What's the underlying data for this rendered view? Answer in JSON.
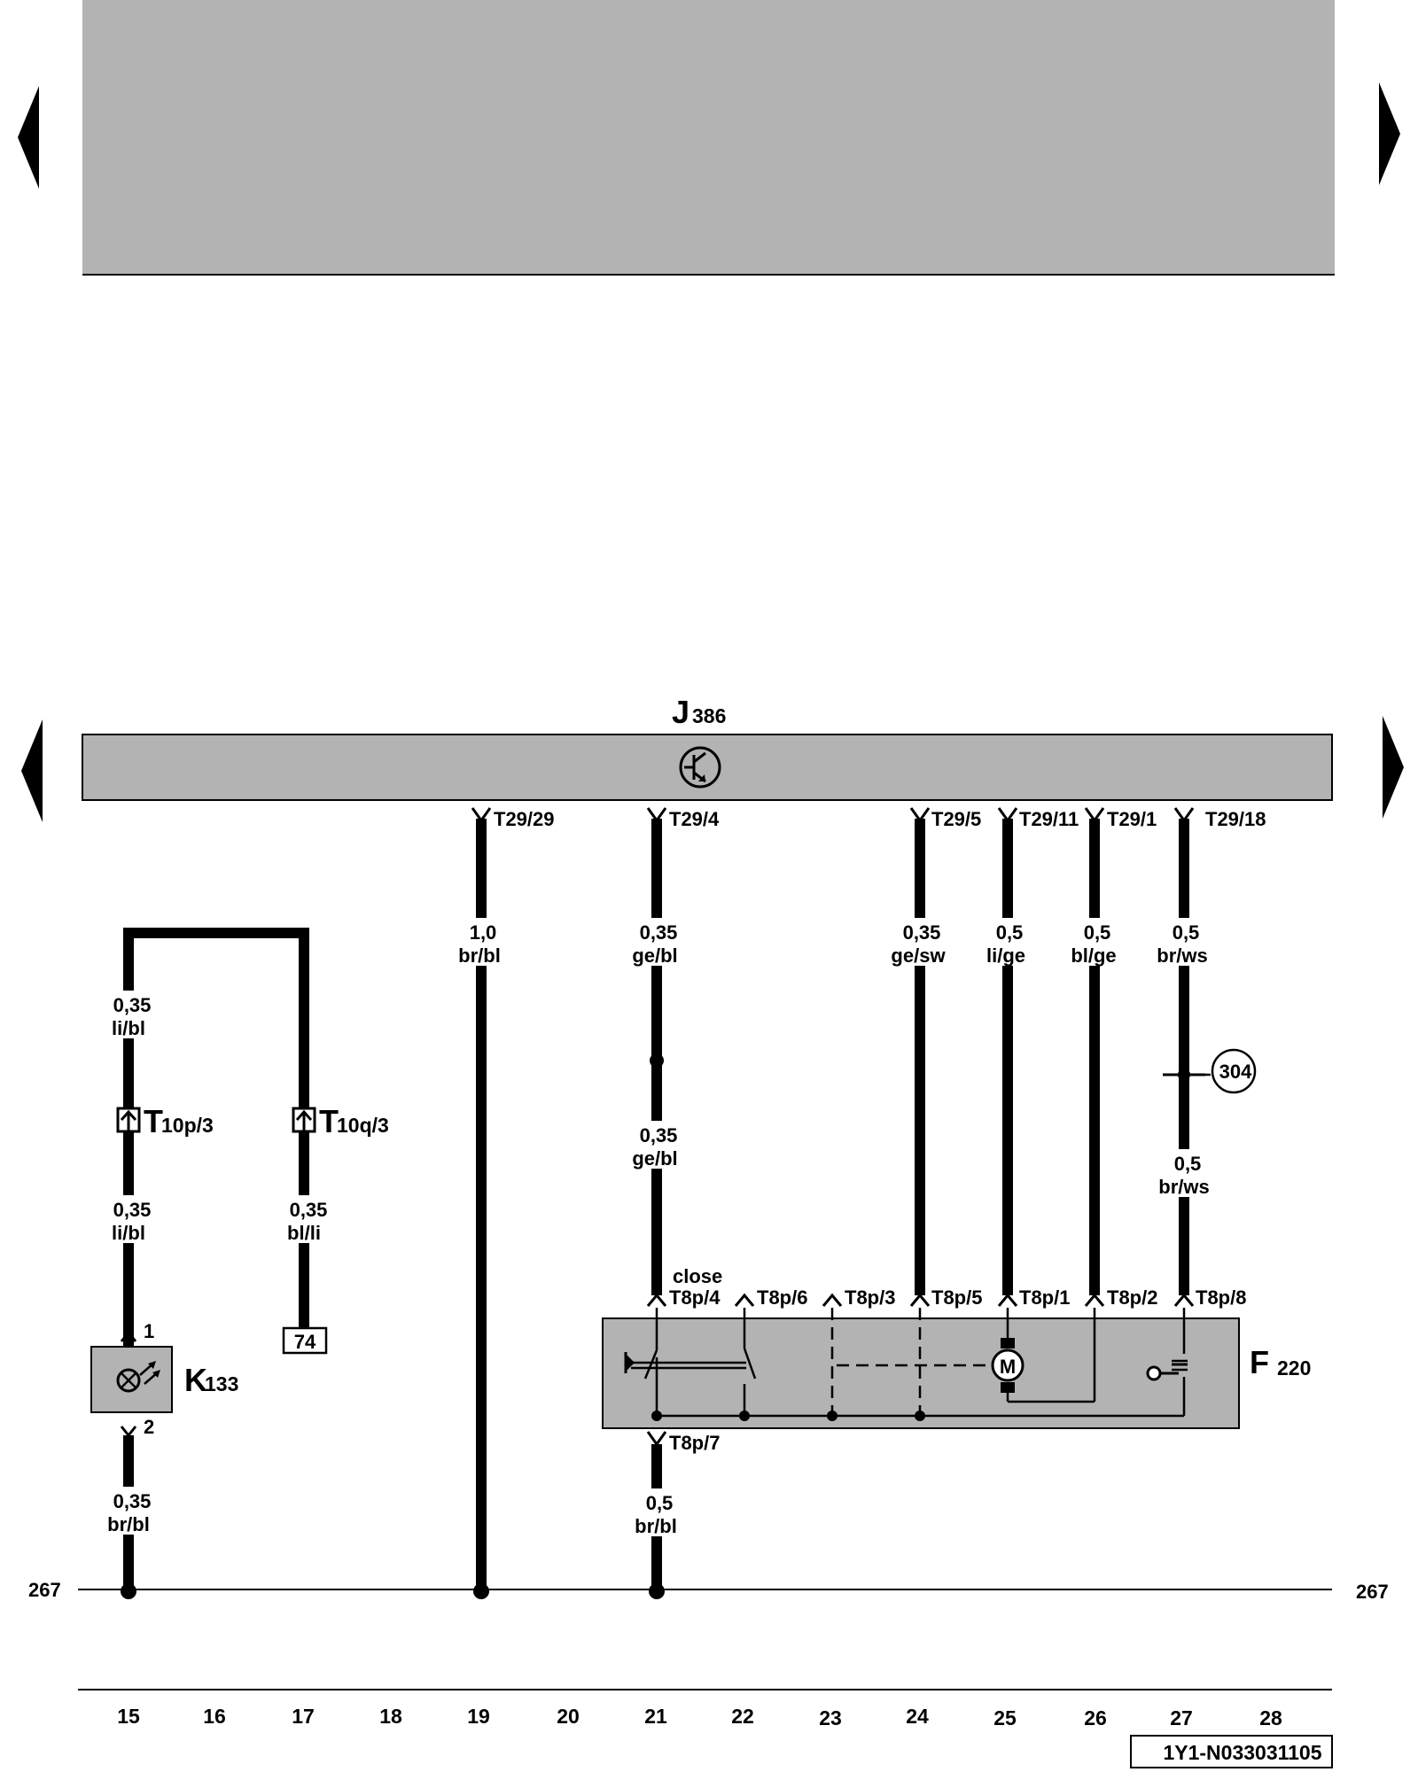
{
  "colors": {
    "panel": "#b3b3b3",
    "ink": "#000000",
    "background": "#ffffff"
  },
  "components": {
    "j386": {
      "letter": "J",
      "number": "386"
    },
    "k133": {
      "letter": "K",
      "number": "133"
    },
    "f220": {
      "letter": "F",
      "number": "220"
    }
  },
  "module_pins": {
    "t29_29": "T29/29",
    "t29_4": "T29/4",
    "t29_5": "T29/5",
    "t29_11": "T29/11",
    "t29_1": "T29/1",
    "t29_18": "T29/18"
  },
  "connectors": {
    "t10p": {
      "letter": "T",
      "sub": "10p/3"
    },
    "t10q": {
      "letter": "T",
      "sub": "10q/3"
    }
  },
  "lock_pins": {
    "state_label": "close",
    "p4": "T8p/4",
    "p6": "T8p/6",
    "p3": "T8p/3",
    "p5": "T8p/5",
    "p1": "T8p/1",
    "p2": "T8p/2",
    "p8": "T8p/8",
    "p7": "T8p/7"
  },
  "k133_pins": {
    "p1": "1",
    "p2": "2"
  },
  "motor_label": "M",
  "wires": {
    "c15_top": {
      "size": "0,35",
      "color": "li/bl"
    },
    "c15_mid": {
      "size": "0,35",
      "color": "li/bl"
    },
    "c15_bot": {
      "size": "0,35",
      "color": "br/bl"
    },
    "c17_mid": {
      "size": "0,35",
      "color": "bl/li"
    },
    "c19": {
      "size": "1,0",
      "color": "br/bl"
    },
    "c21_top": {
      "size": "0,35",
      "color": "ge/bl"
    },
    "c21_mid": {
      "size": "0,35",
      "color": "ge/bl"
    },
    "c21_bot": {
      "size": "0,5",
      "color": "br/bl"
    },
    "c24": {
      "size": "0,35",
      "color": "ge/sw"
    },
    "c25": {
      "size": "0,5",
      "color": "li/ge"
    },
    "c26": {
      "size": "0,5",
      "color": "bl/ge"
    },
    "c27_top": {
      "size": "0,5",
      "color": "br/ws"
    },
    "c27_bot": {
      "size": "0,5",
      "color": "br/ws"
    }
  },
  "references": {
    "box_74": "74",
    "circle_304": "304",
    "ground_left": "267",
    "ground_right": "267"
  },
  "columns": [
    "15",
    "16",
    "17",
    "18",
    "19",
    "20",
    "21",
    "22",
    "23",
    "24",
    "25",
    "26",
    "27",
    "28"
  ],
  "doc_id": "1Y1-N033031105"
}
